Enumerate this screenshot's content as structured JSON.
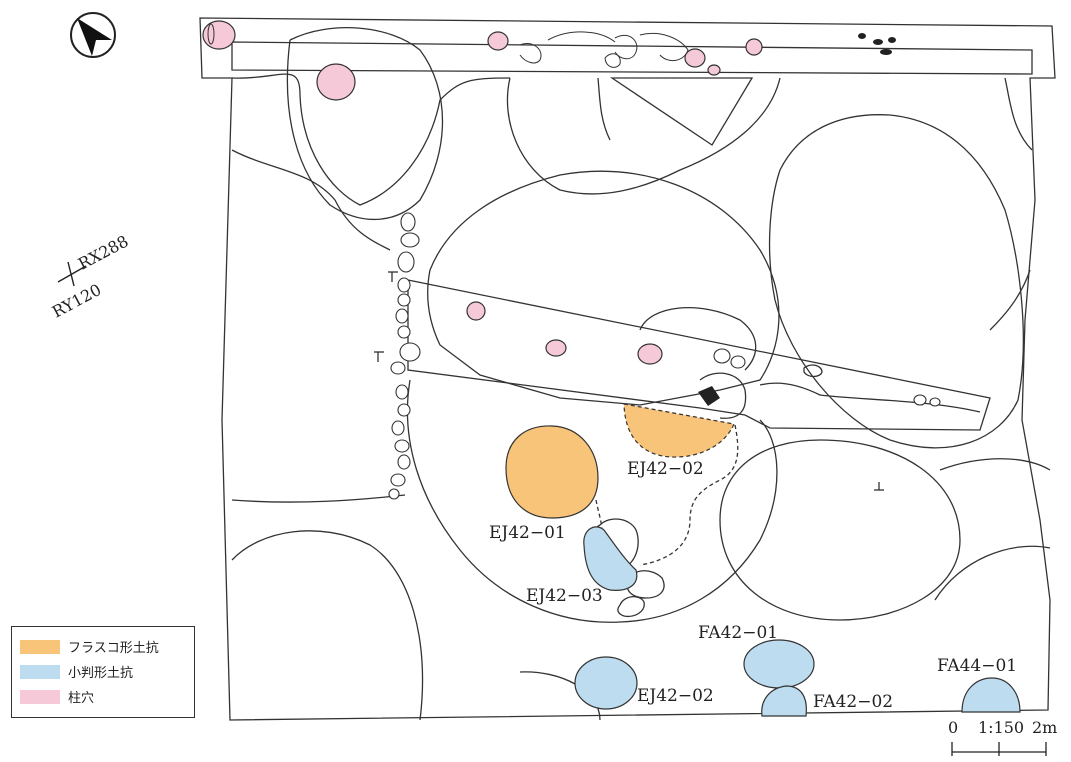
{
  "colors": {
    "flask_pit": "#F7C47A",
    "oval_pit": "#BEDCF0",
    "posthole": "#F5C9D8",
    "line": "#333333"
  },
  "coordinates": {
    "rx": "RX288",
    "ry": "RY120"
  },
  "features": {
    "ej42_01": "EJ42−01",
    "ej42_02_upper": "EJ42−02",
    "ej42_03": "EJ42−03",
    "ej42_02_lower": "EJ42−02",
    "fa42_01": "FA42−01",
    "fa42_02": "FA42−02",
    "fa44_01": "FA44−01"
  },
  "legend": {
    "items": [
      {
        "label": "フラスコ形土抗",
        "color": "#F7C47A"
      },
      {
        "label": "小判形土抗",
        "color": "#BEDCF0"
      },
      {
        "label": "柱穴",
        "color": "#F5C9D8"
      }
    ]
  },
  "scale": {
    "start": "0",
    "ratio": "1:150",
    "end": "2m"
  },
  "north_arrow": "north-arrow-icon"
}
